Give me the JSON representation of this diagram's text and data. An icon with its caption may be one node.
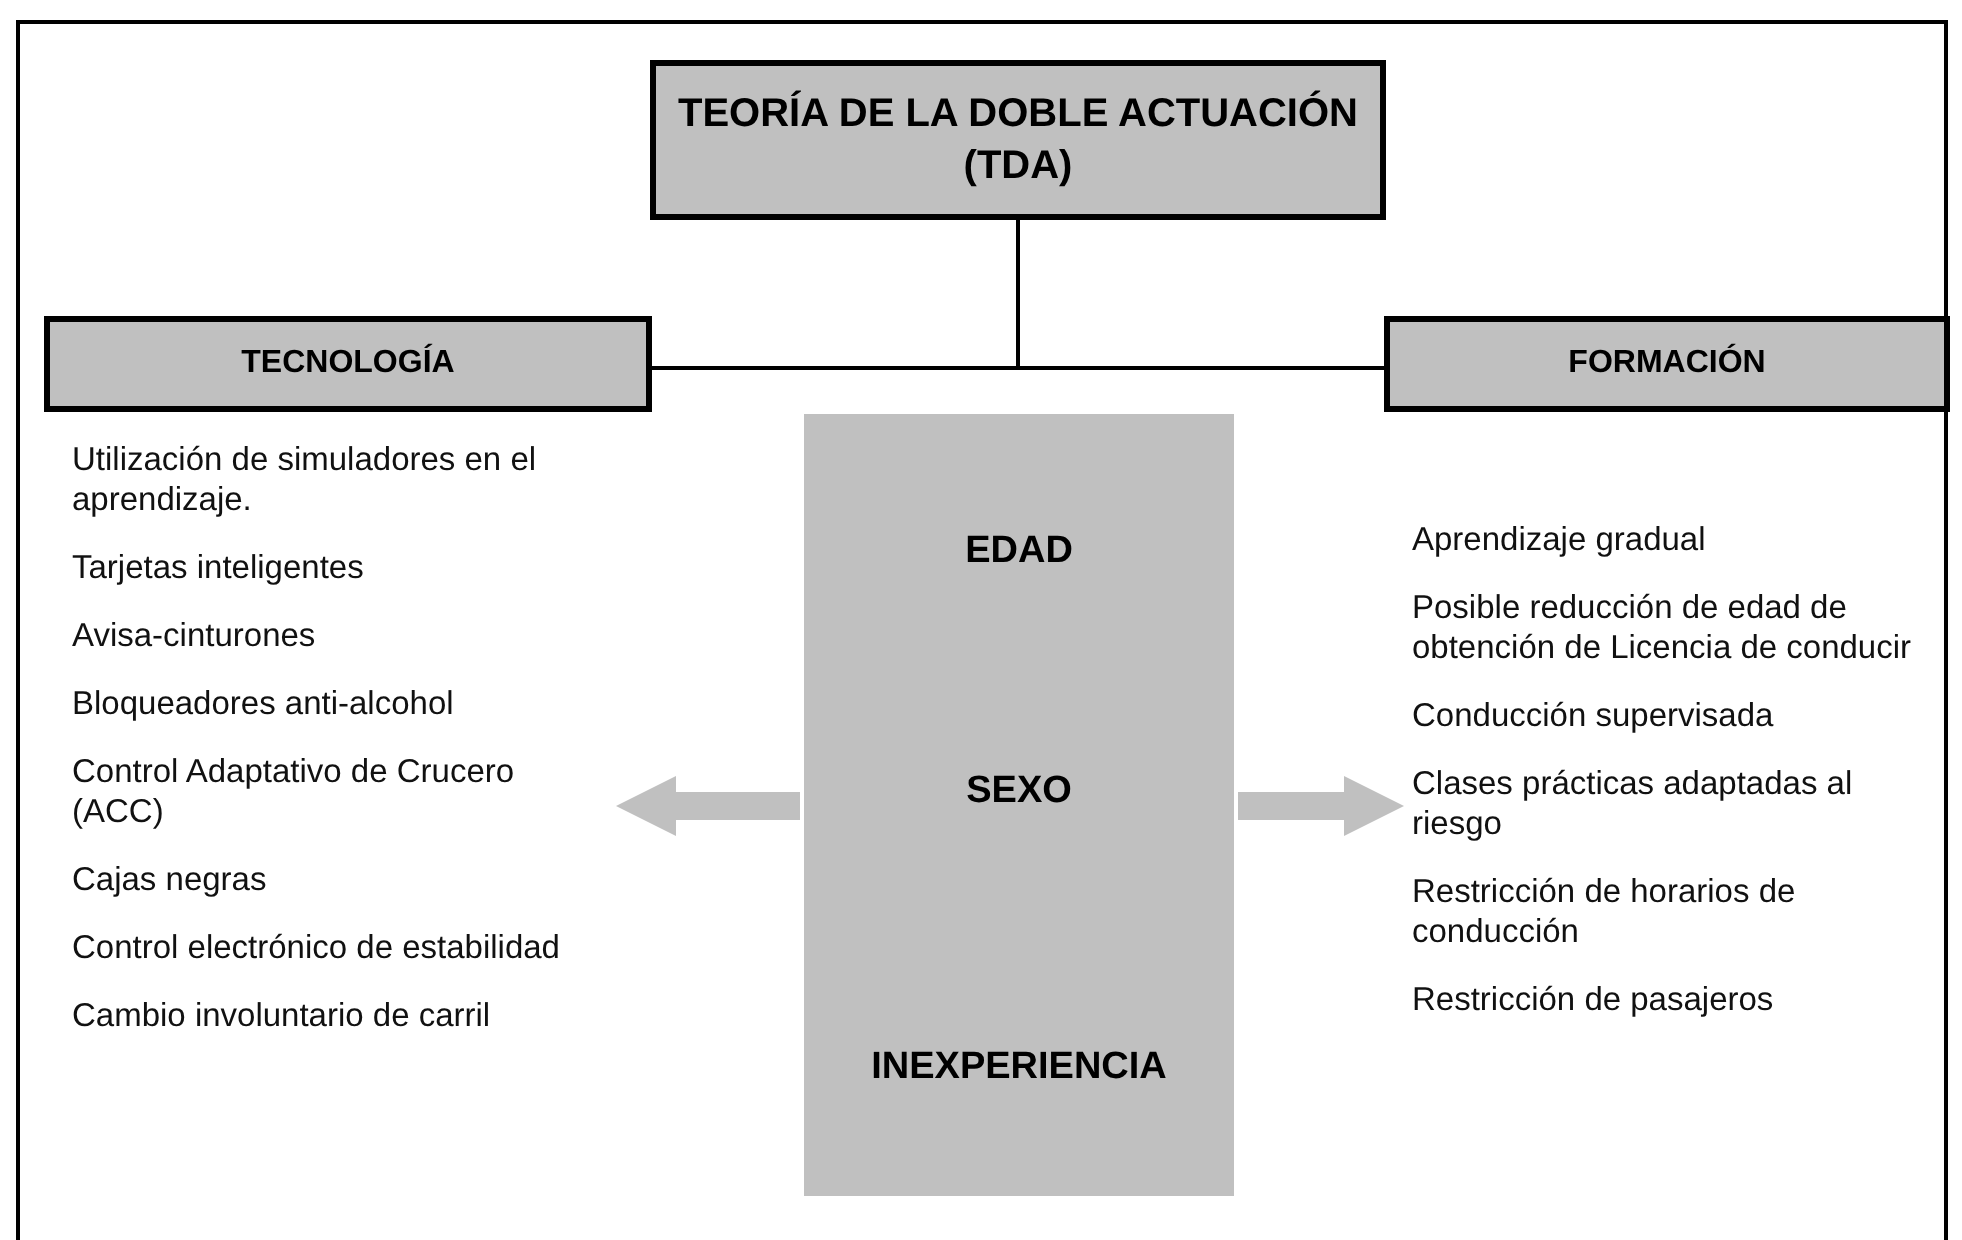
{
  "diagram": {
    "nodes": [
      {
        "text": [
          "TEORÍA DE LA DOBLE ACTUACIÓN (TDA)"
        ]
      },
      {
        "text": [
          "TECNOLOGÍA"
        ]
      },
      {
        "text": [
          "FORMACIÓN"
        ]
      },
      {
        "text": [
          "EDAD",
          "SEXO",
          "INEXPERIENCIA"
        ]
      },
      {
        "text": [
          "Utilización de simuladores en el aprendizaje.",
          "Tarjetas inteligentes",
          "Avisa-cinturones",
          "Bloqueadores anti-alcohol",
          "Control Adaptativo de Crucero (ACC)",
          "Cajas negras",
          "Control electrónico de estabilidad",
          "Cambio involuntario de carril"
        ]
      },
      {
        "text": [
          "Aprendizaje gradual",
          "Posible reducción de edad de obtención de Licencia de conducir",
          "Conducción supervisada",
          "Clases prácticas adaptadas al riesgo",
          "Restricción de horarios de conducción",
          "Restricción de pasajeros"
        ]
      }
    ],
    "edges": [
      {
        "from": 0,
        "to": 1,
        "arrow": "none"
      },
      {
        "from": 0,
        "to": 2,
        "arrow": "none"
      },
      {
        "from": 3,
        "to": 4,
        "arrow": "to",
        "style": "thick",
        "color": "#c0c0c0"
      },
      {
        "from": 3,
        "to": 5,
        "arrow": "to",
        "style": "thick",
        "color": "#c0c0c0"
      }
    ]
  }
}
